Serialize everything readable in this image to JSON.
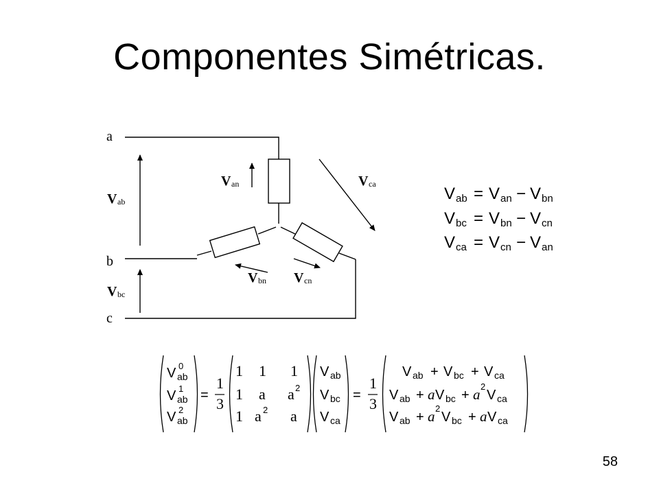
{
  "title": "Componentes Simétricas.",
  "page_number": "58",
  "circuit": {
    "node_a": "a",
    "node_b": "b",
    "node_c": "c",
    "v": "V",
    "sub_ab": "ab",
    "sub_bc": "bc",
    "sub_an": "an",
    "sub_bn": "bn",
    "sub_cn": "cn",
    "sub_ca": "ca"
  },
  "equations": {
    "V": "V",
    "eq": "=",
    "minus": "−",
    "line1": {
      "s1": "ab",
      "s2": "an",
      "s3": "bn"
    },
    "line2": {
      "s1": "bc",
      "s2": "bn",
      "s3": "cn"
    },
    "line3": {
      "s1": "ca",
      "s2": "cn",
      "s3": "an"
    }
  },
  "matrix": {
    "V": "V",
    "ab": "ab",
    "bc": "bc",
    "ca": "ca",
    "sup0": "0",
    "sup1": "1",
    "sup2": "2",
    "eq": "=",
    "one": "1",
    "three": "3",
    "a": "a",
    "a_italic": "a",
    "plus": "+"
  }
}
